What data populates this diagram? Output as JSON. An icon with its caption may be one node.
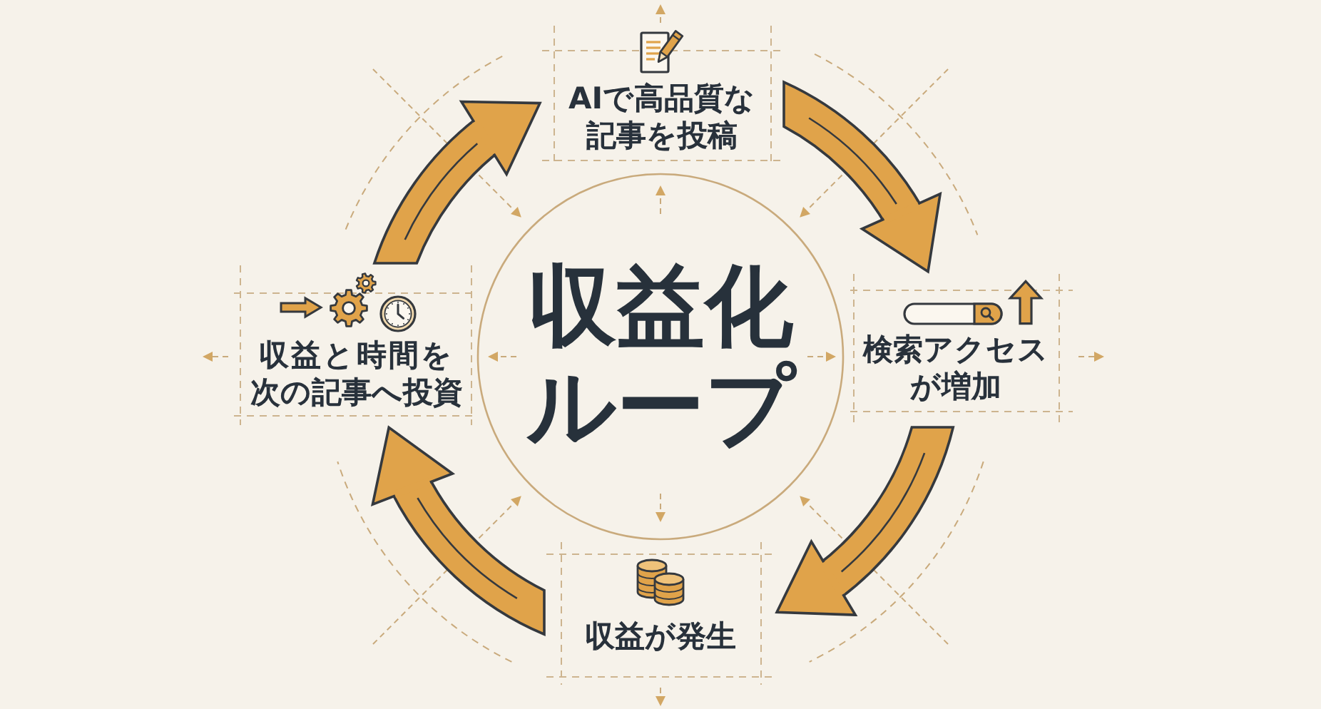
{
  "diagram": {
    "title": "収益化ループ",
    "nodes": [
      {
        "text": [
          "AIで高品質な記事を投稿"
        ]
      },
      {
        "text": [
          "検索アクセスが増加"
        ]
      },
      {
        "text": [
          "収益が発生"
        ]
      },
      {
        "text": [
          "収益と時間を次の記事へ投資"
        ]
      }
    ],
    "edges": [
      {
        "from": 0,
        "to": 1,
        "arrow": "to"
      },
      {
        "from": 1,
        "to": 2,
        "arrow": "to"
      },
      {
        "from": 2,
        "to": 3,
        "arrow": "to"
      },
      {
        "from": 3,
        "to": 0,
        "arrow": "to"
      }
    ]
  }
}
